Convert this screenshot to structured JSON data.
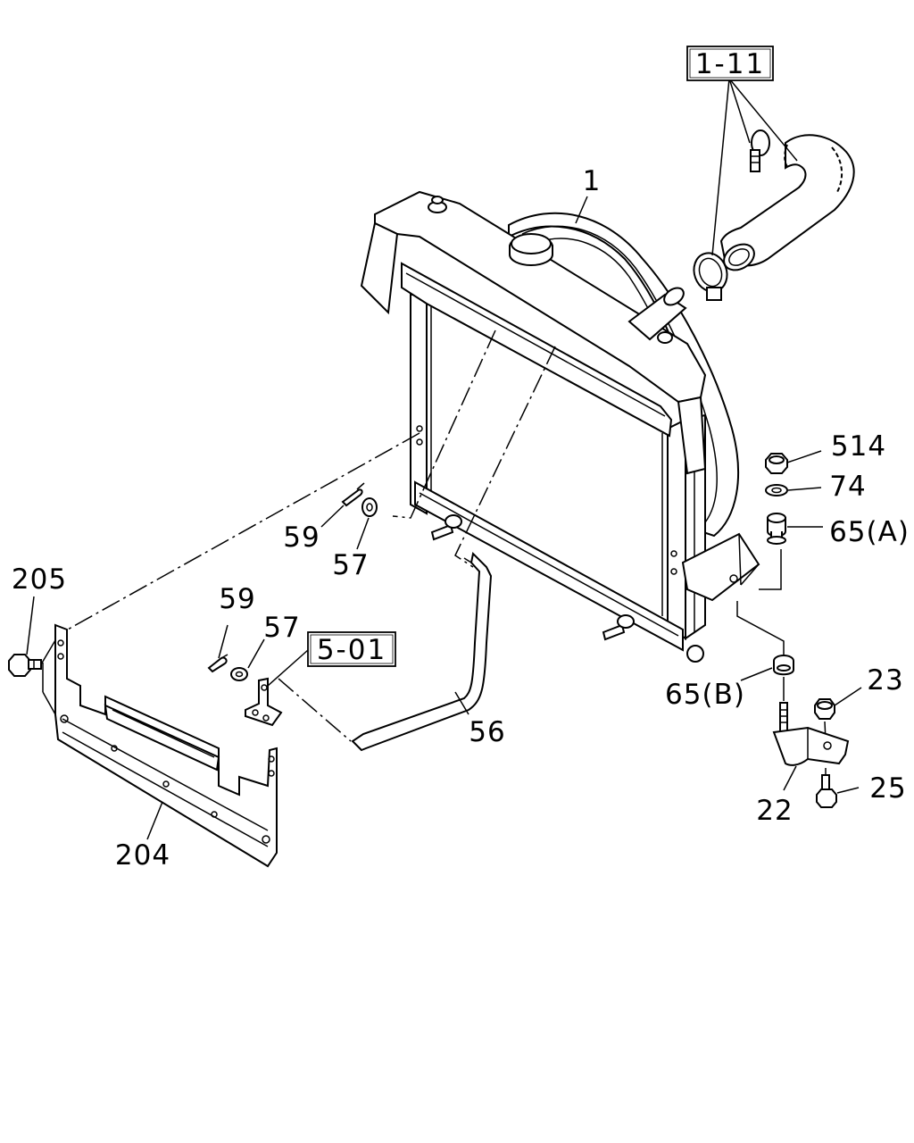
{
  "labels": {
    "ref_1_11": "1-11",
    "ref_5_01": "5-01",
    "p1": "1",
    "p514": "514",
    "p74": "74",
    "p65a": "65(A)",
    "p59_upper": "59",
    "p57_upper": "57",
    "p205": "205",
    "p59_lower": "59",
    "p57_lower": "57",
    "p65b": "65(B)",
    "p23": "23",
    "p56": "56",
    "p25": "25",
    "p22": "22",
    "p204": "204"
  },
  "colors": {
    "line": "#000000",
    "background": "#ffffff"
  }
}
